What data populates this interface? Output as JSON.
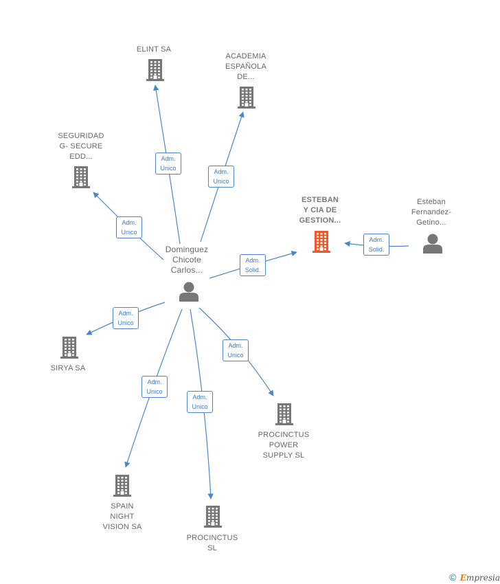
{
  "center_person": {
    "label": "Dominguez\nChicote\nCarlos..."
  },
  "other_person": {
    "label": "Esteban\nFernandez-\nGetino..."
  },
  "companies": [
    {
      "id": "elint",
      "label": "ELINT SA",
      "highlight": false
    },
    {
      "id": "academia",
      "label": "ACADEMIA\nESPAÑOLA\nDE...",
      "highlight": false
    },
    {
      "id": "seguridad",
      "label": "SEGURIDAD\nG- SECURE\nEDD...",
      "highlight": false
    },
    {
      "id": "esteban_cia",
      "label": "ESTEBAN\nY CIA DE\nGESTION...",
      "highlight": true
    },
    {
      "id": "sirya",
      "label": "SIRYA SA",
      "highlight": false
    },
    {
      "id": "procinctus_power",
      "label": "PROCINCTUS\nPOWER\nSUPPLY  SL",
      "highlight": false
    },
    {
      "id": "spain_night",
      "label": "SPAIN\nNIGHT\nVISION SA",
      "highlight": false
    },
    {
      "id": "procinctus_sl",
      "label": "PROCINCTUS\nSL",
      "highlight": false
    }
  ],
  "edges": [
    {
      "from": "center",
      "to": "elint",
      "label": "Adm.\nUnico"
    },
    {
      "from": "center",
      "to": "academia",
      "label": "Adm.\nUnico"
    },
    {
      "from": "center",
      "to": "seguridad",
      "label": "Adm.\nUnico"
    },
    {
      "from": "center",
      "to": "esteban_cia",
      "label": "Adm.\nSolid."
    },
    {
      "from": "other",
      "to": "esteban_cia",
      "label": "Adm.\nSolid."
    },
    {
      "from": "center",
      "to": "sirya",
      "label": "Adm.\nUnico"
    },
    {
      "from": "center",
      "to": "procinctus_power",
      "label": "Adm.\nUnico"
    },
    {
      "from": "center",
      "to": "spain_night",
      "label": "Adm.\nUnico"
    },
    {
      "from": "center",
      "to": "procinctus_sl",
      "label": "Adm.\nUnico"
    }
  ],
  "colors": {
    "edge": "#4a86c8",
    "icon": "#777777",
    "highlight": "#f05a28"
  },
  "footer": {
    "copyright": "©",
    "brand_initial": "E",
    "brand_rest": "mpresia"
  }
}
